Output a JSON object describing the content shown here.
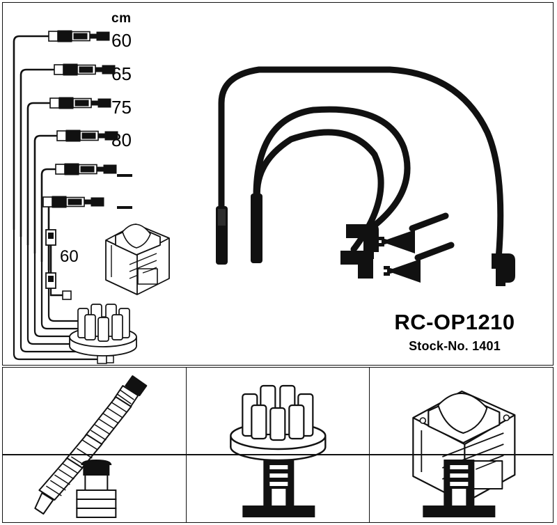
{
  "product": {
    "code": "RC-OP1210",
    "stock_label": "Stock-No. 1401"
  },
  "scale": {
    "unit_header": "cm",
    "entries": [
      {
        "label": "60",
        "is_dash": false
      },
      {
        "label": "65",
        "is_dash": false
      },
      {
        "label": "75",
        "is_dash": false
      },
      {
        "label": "80",
        "is_dash": false
      },
      {
        "label": "—",
        "is_dash": true
      },
      {
        "label": "—",
        "is_dash": true
      }
    ],
    "extra_lead_length": "60"
  },
  "components": {
    "coil_icon": "ignition-coil",
    "distributor_cap_icon": "distributor-cap",
    "spark_plug_icon": "spark-plug"
  },
  "legend": {
    "cells": [
      {
        "top_icon": "spark-plug",
        "bottom_icon": "spark-plug-boot"
      },
      {
        "top_icon": "distributor-cap",
        "bottom_icon": "distributor-terminal-boot"
      },
      {
        "top_icon": "ignition-coil",
        "bottom_icon": "coil-terminal-boot"
      }
    ]
  },
  "colors": {
    "line": "#111111",
    "cable": "#111111",
    "background": "#ffffff"
  }
}
